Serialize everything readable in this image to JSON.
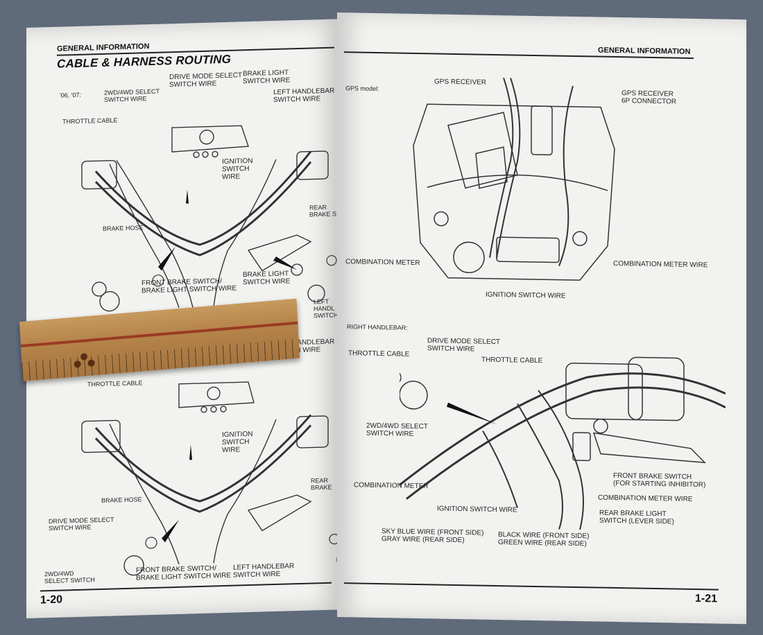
{
  "left_page": {
    "header": "GENERAL INFORMATION",
    "title": "CABLE & HARNESS ROUTING",
    "model_note": "'06, '07:",
    "page_number": "1-20",
    "labels": {
      "drive_mode_select_switch_wire": "DRIVE MODE SELECT\nSWITCH WIRE",
      "brake_light_switch_wire": "BRAKE LIGHT\nSWITCH WIRE",
      "select_switch_wire_2wd4wd": "2WD/4WD SELECT\nSWITCH WIRE",
      "left_handlebar_switch_wire": "LEFT HANDLEBAR\nSWITCH WIRE",
      "throttle_cable": "THROTTLE CABLE",
      "ignition_switch_wire": "IGNITION\nSWITCH\nWIRE",
      "rear_brake": "REAR BRAKE S",
      "brake_hose": "BRAKE HOSE",
      "front_brake_switch_wire": "FRONT BRAKE SWITCH/\nBRAKE LIGHT SWITCH WIRE",
      "brake_light_switch_wire_2": "BRAKE LIGHT\nSWITCH WIRE",
      "left_handle_switch": "LEFT HANDL\nSWITCH",
      "left_handlebar_switch_wire_2": "LEFT HANDLEBAR\nSWITCH WIRE",
      "throttle_cable_2": "THROTTLE CABLE",
      "ignition_switch_wire_2": "IGNITION\nSWITCH\nWIRE",
      "rear_brake_2": "REAR BRAKE",
      "brake_hose_2": "BRAKE HOSE",
      "drive_mode_select_switch_wire_2": "DRIVE MODE SELECT\nSWITCH WIRE",
      "select_switch_2wd4wd": "2WD/4WD\nSELECT SWITCH",
      "front_brake_switch_wire_2": "FRONT BRAKE SWITCH/\nBRAKE LIGHT SWITCH WIRE",
      "left_handlebar_switch_wire_3": "LEFT HANDLEBAR\nSWITCH WIRE"
    }
  },
  "right_page": {
    "header": "GENERAL INFORMATION",
    "page_number": "1-21",
    "gps_model": "GPS model:",
    "right_handlebar": "RIGHT HANDLEBAR:",
    "labels": {
      "gps_receiver": "GPS RECEIVER",
      "gps_receiver_connector": "GPS RECEIVER\n6P CONNECTOR",
      "combination_meter": "COMBINATION METER",
      "combination_meter_wire": "COMBINATION METER WIRE",
      "ignition_switch_wire": "IGNITION SWITCH WIRE",
      "throttle_cable": "THROTTLE CABLE",
      "drive_mode_select_switch_wire": "DRIVE MODE SELECT\nSWITCH WIRE",
      "throttle_cable_2": "THROTTLE CABLE",
      "select_switch_wire_2wd4wd": "2WD/4WD SELECT\nSWITCH WIRE",
      "front_brake_switch": "FRONT BRAKE SWITCH\n(for starting inhibitor)",
      "combination_meter_2": "COMBINATION METER",
      "combination_meter_wire_2": "COMBINATION METER WIRE",
      "ignition_switch_wire_2": "IGNITION SWITCH WIRE",
      "rear_brake_light_switch": "REAR BRAKE LIGHT\nSWITCH (Lever side)",
      "sky_blue_gray_wire": "SKY BLUE WIRE (FRONT SIDE)\nGRAY WIRE (REAR SIDE)",
      "black_green_wire": "BLACK WIRE (FRONT SIDE)\nGREEN WIRE (REAR SIDE)"
    }
  },
  "colors": {
    "background": "#5f6a7a",
    "paper": "#f2f2f0",
    "ink": "#222222",
    "ruler_wood": "#b6844a",
    "ruler_stripe": "#9a3b23"
  }
}
